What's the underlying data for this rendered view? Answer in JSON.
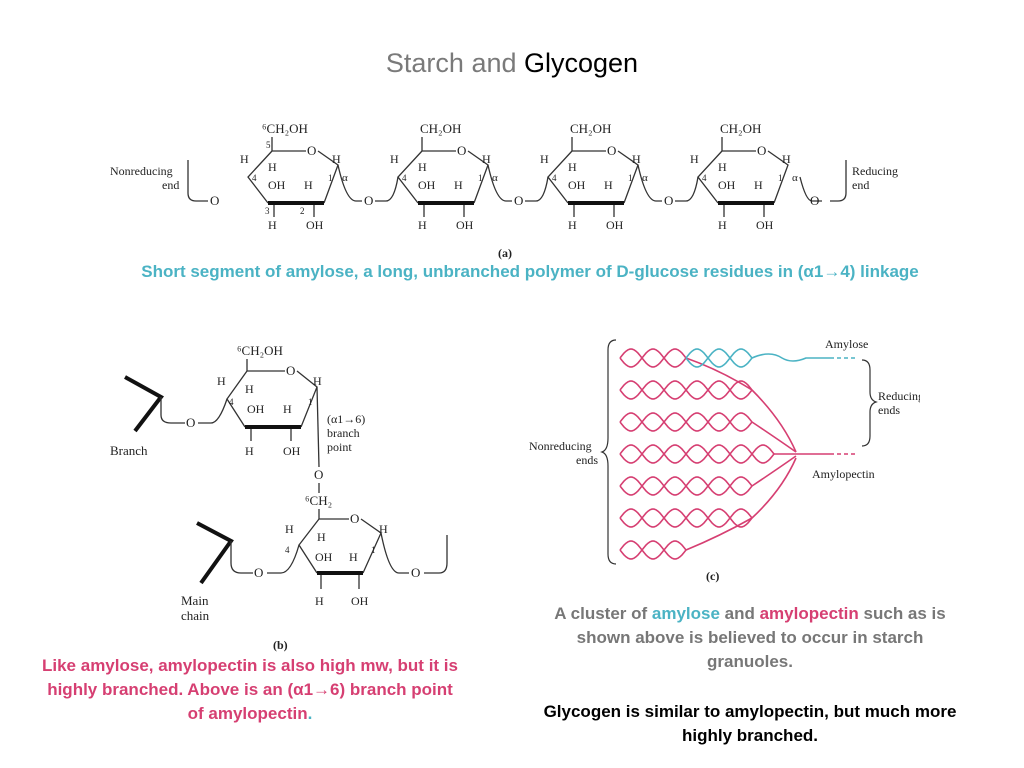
{
  "title": {
    "part1": "Starch and ",
    "part2": "Glycogen"
  },
  "panel_a": {
    "ring_top": [
      "⁶CH₂OH",
      "CH₂OH",
      "CH₂OH",
      "CH₂OH"
    ],
    "left_label": [
      "Nonreducing",
      "end"
    ],
    "right_label": [
      "Reducing",
      "end"
    ],
    "atom_H": "H",
    "atom_OH": "OH",
    "atom_O": "O",
    "alpha": "α",
    "pos_1": "1",
    "pos_2": "2",
    "pos_3": "3",
    "pos_4": "4",
    "pos_5": "5",
    "panel_label": "(a)"
  },
  "caption_a": "Short segment of amylose, a long, unbranched polymer of D-glucose residues in (α1→4) linkage",
  "panel_b": {
    "top_ring_ch2oh": "⁶CH₂OH",
    "branch_label": "Branch",
    "branch_point_label": [
      "(α1→6)",
      "branch",
      "point"
    ],
    "ch2_label": "⁶CH₂",
    "main_chain_label": [
      "Main",
      "chain"
    ],
    "panel_label": "(b)"
  },
  "caption_b": {
    "text": "Like amylose, amylopectin is also high mw, but it is highly  branched. Above is an (α1→6) branch point of amylopectin",
    "period": "."
  },
  "panel_c": {
    "amylose_label": "Amylose",
    "reducing_label": [
      "Reducing",
      "ends"
    ],
    "nonreducing_label": [
      "Nonreducing",
      "ends"
    ],
    "amylopectin_label": "Amylopectin",
    "panel_label": "(c)",
    "colors": {
      "amylose": "#4bb3c4",
      "amylopectin": "#d63f72"
    }
  },
  "caption_c": {
    "pre": "A cluster of ",
    "amylose": "amylose",
    "mid": " and ",
    "amylopectin": "amylopectin",
    "post": " such as is shown above is believed to occur in starch granuoles."
  },
  "caption_d": "Glycogen is similar to amylopectin, but much more highly branched."
}
